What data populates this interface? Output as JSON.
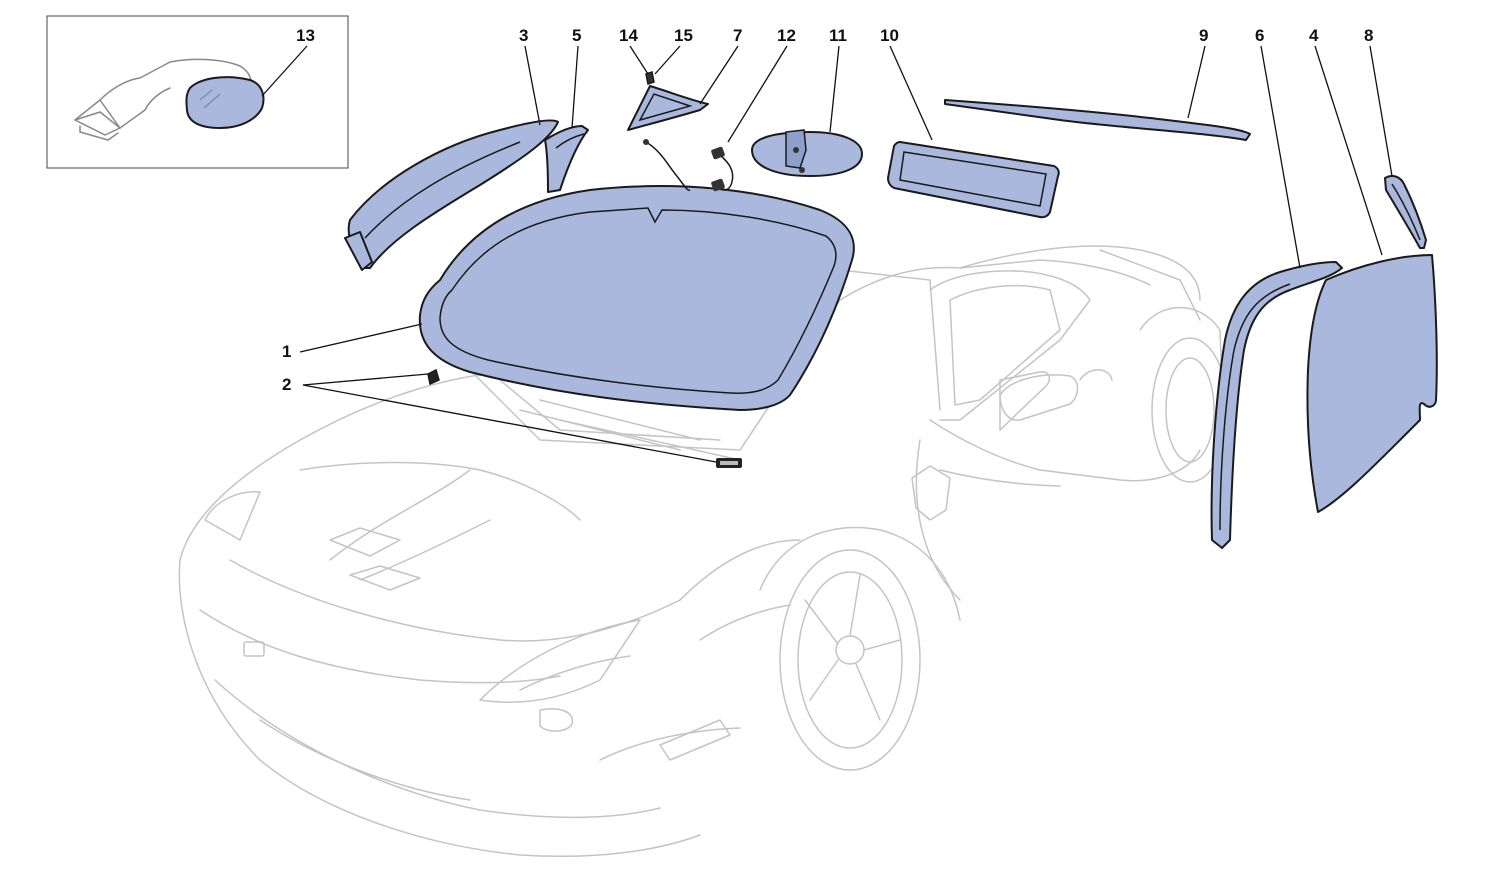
{
  "callouts": [
    "1",
    "2",
    "3",
    "4",
    "5",
    "6",
    "7",
    "8",
    "9",
    "10",
    "11",
    "12",
    "13",
    "14",
    "15"
  ]
}
